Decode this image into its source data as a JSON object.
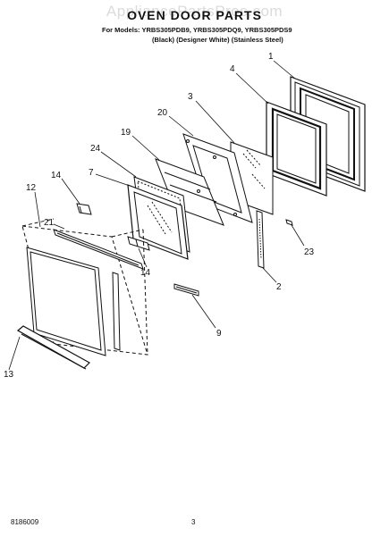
{
  "watermark": "AppliancePartsPros.com",
  "header": {
    "title": "OVEN DOOR PARTS",
    "models_line": "For Models: YRBS305PDB9, YRBS305PDQ9, YRBS305PDS9",
    "colors_line": "(Black)       (Designer White)  (Stainless Steel)"
  },
  "callouts": [
    "1",
    "4",
    "3",
    "20",
    "19",
    "24",
    "14",
    "7",
    "12",
    "21",
    "14",
    "2",
    "23",
    "9",
    "13"
  ],
  "footer": {
    "doc_number": "8186009",
    "page_number": "3"
  }
}
